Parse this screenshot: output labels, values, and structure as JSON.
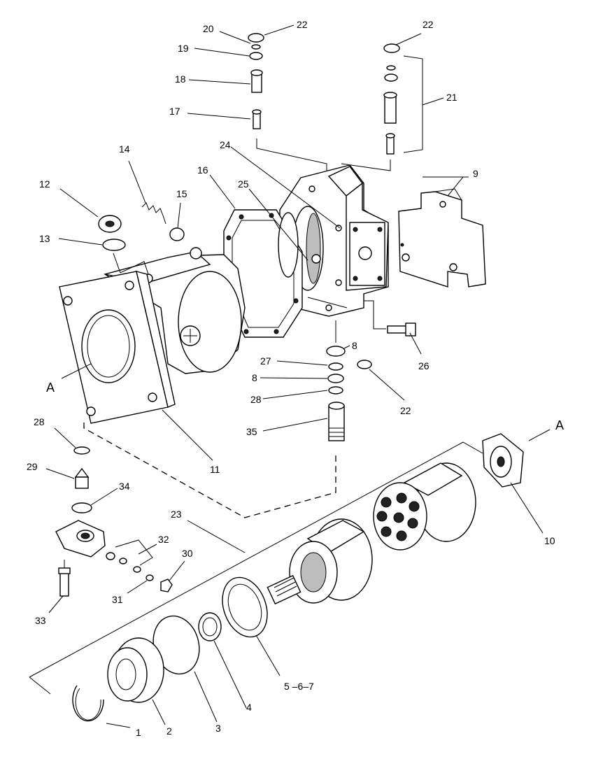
{
  "labels": {
    "p1": "1",
    "p2": "2",
    "p3": "3",
    "p4": "4",
    "p5": "5 –6–7",
    "p8a": "8",
    "p8b": "8",
    "p9": "9",
    "p10": "10",
    "p11": "11",
    "p12": "12",
    "p13": "13",
    "p14": "14",
    "p15": "15",
    "p16": "16",
    "p17": "17",
    "p18": "18",
    "p19": "19",
    "p20": "20",
    "p21": "21",
    "p22a": "22",
    "p22b": "22",
    "p22c": "22",
    "p23": "23",
    "p24": "24",
    "p25": "25",
    "p26": "26",
    "p27": "27",
    "p28a": "28",
    "p28b": "28",
    "p29": "29",
    "p30": "30",
    "p31": "31",
    "p32": "32",
    "p33": "33",
    "p34": "34",
    "p35": "35",
    "refA1": "A",
    "refA2": "A"
  }
}
